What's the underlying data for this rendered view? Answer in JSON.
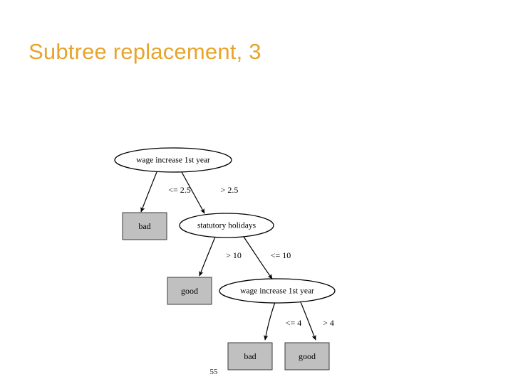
{
  "slide": {
    "title": "Subtree replacement, 3",
    "title_color": "#e8a32a",
    "background_color": "#ffffff",
    "page_number": "55"
  },
  "figure": {
    "name": "decision-tree",
    "leaf_fill_color": "#c0c0c0",
    "node_fill_color": "#ffffff",
    "stroke_color": "#000000",
    "nodes": [
      {
        "id": "n0",
        "shape": "ellipse",
        "label": "wage increase 1st year"
      },
      {
        "id": "n1",
        "shape": "box",
        "label": "bad"
      },
      {
        "id": "n2",
        "shape": "ellipse",
        "label": "statutory holidays"
      },
      {
        "id": "n3",
        "shape": "box",
        "label": "good"
      },
      {
        "id": "n4",
        "shape": "ellipse",
        "label": "wage increase 1st year"
      },
      {
        "id": "n5",
        "shape": "box",
        "label": "bad"
      },
      {
        "id": "n6",
        "shape": "box",
        "label": "good"
      }
    ],
    "edges": [
      {
        "from": "n0",
        "to": "n1",
        "label": "<= 2.5"
      },
      {
        "from": "n0",
        "to": "n2",
        "label": "> 2.5"
      },
      {
        "from": "n2",
        "to": "n3",
        "label": "> 10"
      },
      {
        "from": "n2",
        "to": "n4",
        "label": "<= 10"
      },
      {
        "from": "n4",
        "to": "n5",
        "label": "<= 4"
      },
      {
        "from": "n4",
        "to": "n6",
        "label": "> 4"
      }
    ]
  }
}
